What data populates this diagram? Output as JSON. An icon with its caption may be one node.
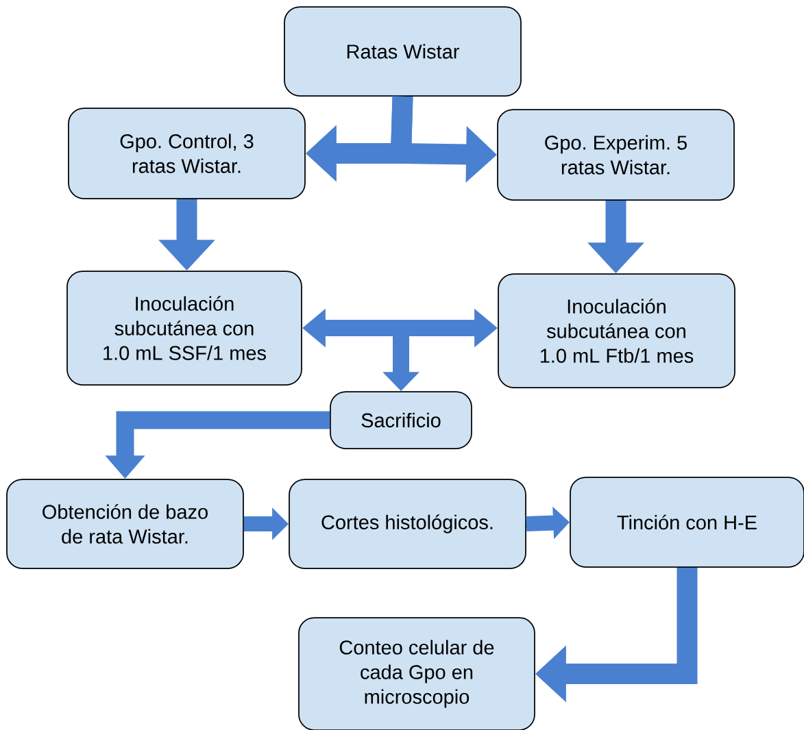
{
  "diagram": {
    "nodes": [
      {
        "text": [
          "Ratas Wistar"
        ]
      },
      {
        "text": [
          "Gpo. Control, 3 ratas Wistar."
        ]
      },
      {
        "text": [
          "Gpo. Experim. 5 ratas Wistar."
        ]
      },
      {
        "text": [
          "Inoculación subcutánea con 1.0 mL SSF/1 mes"
        ]
      },
      {
        "text": [
          "Inoculación subcutánea con 1.0 mL Ftb/1 mes"
        ]
      },
      {
        "text": [
          "Sacrificio"
        ]
      },
      {
        "text": [
          "Obtención de bazo de rata Wistar."
        ]
      },
      {
        "text": [
          "Cortes histológicos."
        ]
      },
      {
        "text": [
          "Tinción con H-E"
        ]
      },
      {
        "text": [
          "Conteo celular de cada Gpo en microscopio"
        ]
      }
    ],
    "edges": [
      {
        "from": 0,
        "to": 1,
        "arrow": "to"
      },
      {
        "from": 0,
        "to": 2,
        "arrow": "to"
      },
      {
        "from": 1,
        "to": 3,
        "arrow": "to"
      },
      {
        "from": 2,
        "to": 4,
        "arrow": "to"
      },
      {
        "from": 3,
        "to": 4,
        "arrow": "both"
      },
      {
        "from": null,
        "to": 5,
        "arrow": "to"
      },
      {
        "from": 5,
        "to": 6,
        "arrow": "to"
      },
      {
        "from": 6,
        "to": 7,
        "arrow": "to"
      },
      {
        "from": 7,
        "to": 8,
        "arrow": "to"
      },
      {
        "from": 8,
        "to": 9,
        "arrow": "to"
      }
    ]
  }
}
